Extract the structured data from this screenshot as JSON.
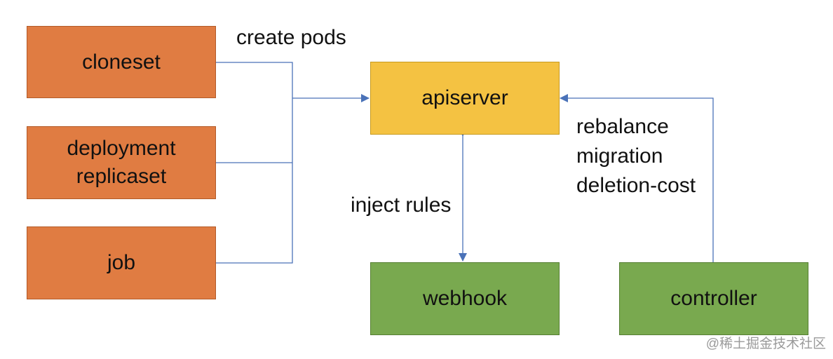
{
  "nodes": {
    "cloneset": {
      "label": "cloneset"
    },
    "deployment": {
      "lines": [
        "deployment",
        "replicaset"
      ]
    },
    "job": {
      "label": "job"
    },
    "apiserver": {
      "label": "apiserver"
    },
    "webhook": {
      "label": "webhook"
    },
    "controller": {
      "label": "controller"
    }
  },
  "edges": {
    "create_pods": {
      "label": "create pods"
    },
    "inject_rules": {
      "label": "inject rules"
    },
    "controller_actions": {
      "lines": [
        "rebalance",
        "migration",
        "deletion-cost"
      ]
    }
  },
  "watermark": "@稀土掘金技术社区",
  "colors": {
    "workload_fill": "#e07c42",
    "apiserver_fill": "#f4c242",
    "component_fill": "#79a94f",
    "connector": "#4a72b8"
  }
}
